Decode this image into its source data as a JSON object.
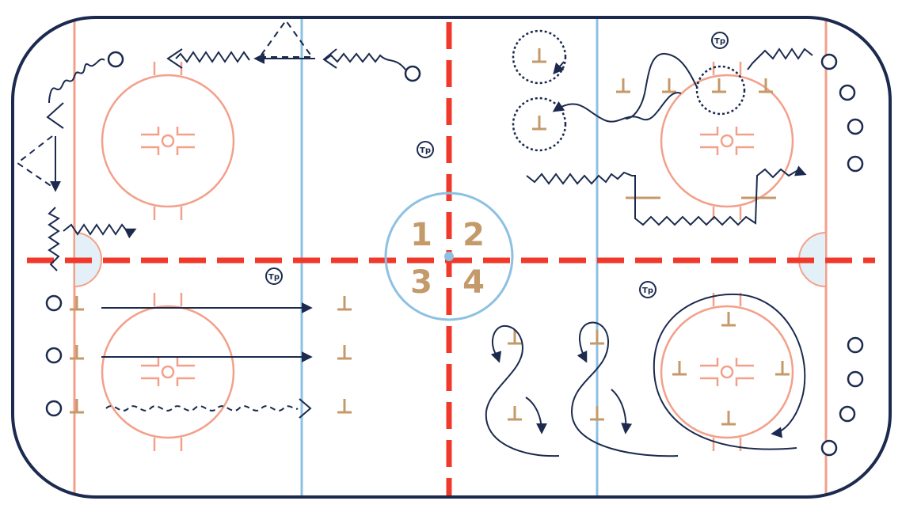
{
  "colors": {
    "boards": "#1b2a4e",
    "skater_path": "#1b2a4e",
    "red_line": "#f0392a",
    "blue_line": "#8cc1e3",
    "circle_lines": "#f3a08a",
    "crease_fill": "#e4f0f8",
    "pylon": "#c49a6a",
    "zone_numbers": "#c49a6a"
  },
  "center_faceoff": {
    "zone_numbers": [
      "1",
      "2",
      "3",
      "4"
    ]
  },
  "coach_marker": {
    "label": "Tp",
    "count": 4
  },
  "drills": [
    {
      "zone": "top-left",
      "elements": [
        "skate-path-icon",
        "pass-arrow-icon",
        "triangle-pass-icon",
        "player-circle-icon"
      ]
    },
    {
      "zone": "top-right",
      "elements": [
        "pylon-icon",
        "puck-carry-path-icon",
        "tight-turn-icon",
        "player-circle-icon"
      ]
    },
    {
      "zone": "bottom-left",
      "elements": [
        "pylon-icon",
        "pass-arrow-icon",
        "backward-skate-icon",
        "player-circle-icon"
      ]
    },
    {
      "zone": "bottom-right",
      "elements": [
        "pylon-icon",
        "s-curve-skate-icon",
        "circle-skate-icon",
        "player-circle-icon"
      ]
    }
  ]
}
